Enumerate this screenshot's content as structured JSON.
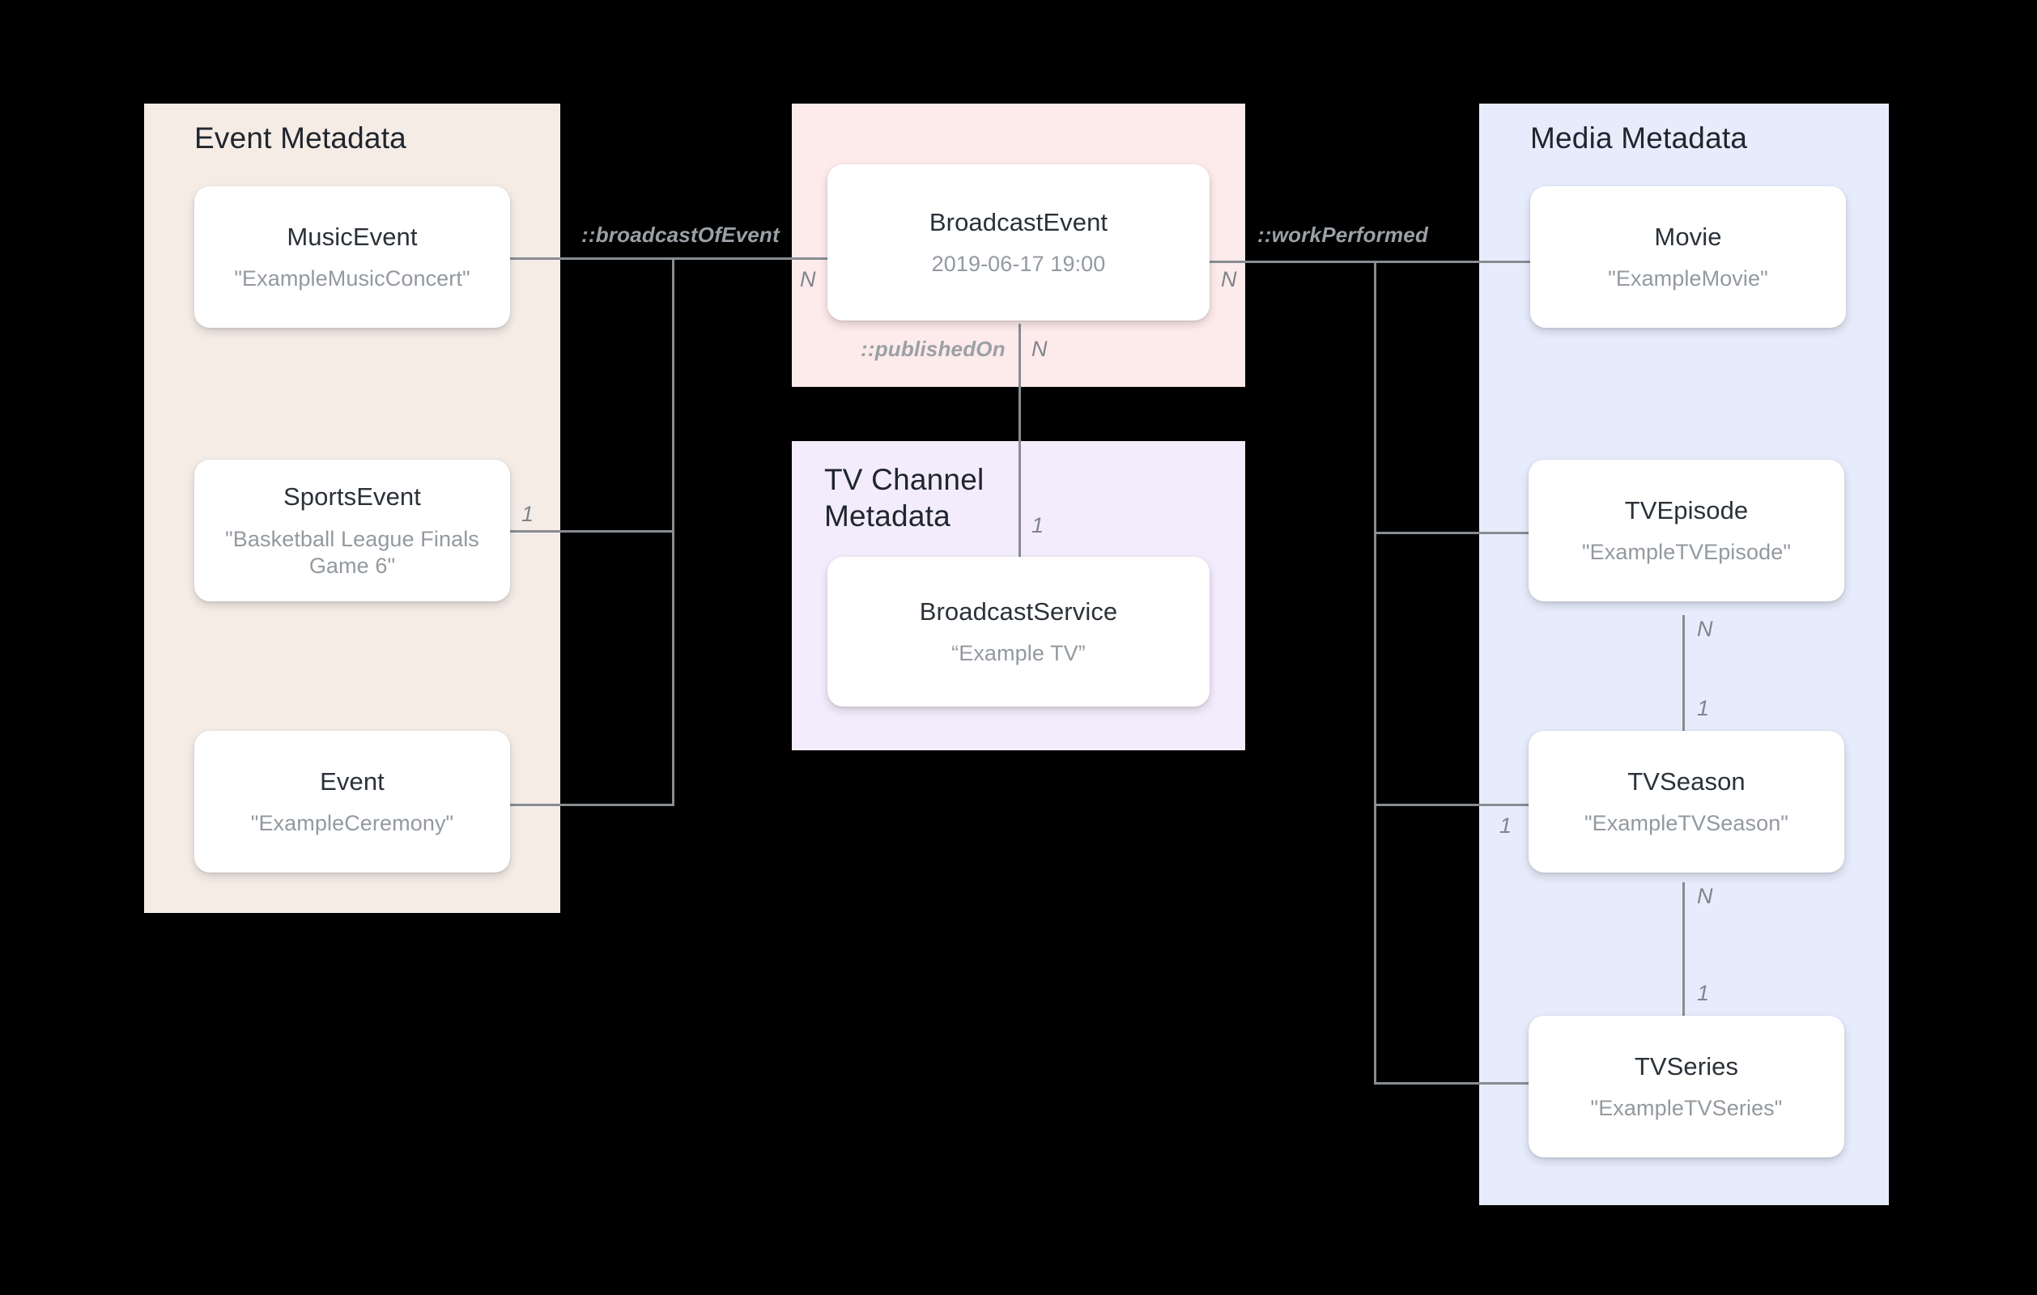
{
  "diagram": {
    "title": "Broadcast / Media metadata entity relationship diagram",
    "background": "#000000",
    "line_color": "#888d92"
  },
  "panels": [
    {
      "id": "event-metadata",
      "title": "Event Metadata",
      "color": "#f5ece6"
    },
    {
      "id": "broadcast-event-group",
      "title": "",
      "color": "#fdeaea"
    },
    {
      "id": "tv-channel-metadata",
      "title": "TV Channel\nMetadata",
      "color": "#f3ecfc"
    },
    {
      "id": "media-metadata",
      "title": "Media Metadata",
      "color": "#e6ecfb"
    }
  ],
  "nodes": {
    "music_event": {
      "type": "MusicEvent",
      "value": "\"ExampleMusicConcert\""
    },
    "sports_event": {
      "type": "SportsEvent",
      "value": "\"Basketball League Finals Game 6\""
    },
    "event": {
      "type": "Event",
      "value": "\"ExampleCeremony\""
    },
    "broadcast_event": {
      "type": "BroadcastEvent",
      "value": "2019-06-17 19:00"
    },
    "broadcast_service": {
      "type": "BroadcastService",
      "value": "“Example TV”"
    },
    "movie": {
      "type": "Movie",
      "value": "\"ExampleMovie\""
    },
    "tv_episode": {
      "type": "TVEpisode",
      "value": "\"ExampleTVEpisode\""
    },
    "tv_season": {
      "type": "TVSeason",
      "value": "\"ExampleTVSeason\""
    },
    "tv_series": {
      "type": "TVSeries",
      "value": "\"ExampleTVSeries\""
    }
  },
  "relations": {
    "broadcast_of_event": "::broadcastOfEvent",
    "published_on": "::publishedOn",
    "work_performed": "::workPerformed"
  },
  "cardinalities": {
    "sports_event_side": "1",
    "broadcast_event_left": "N",
    "broadcast_event_right": "N",
    "published_on_n": "N",
    "broadcast_service_1": "1",
    "work_performed_n": "N",
    "episode_to_season_n": "N",
    "episode_to_season_1": "1",
    "season_bus_1": "1",
    "season_to_series_n": "N",
    "season_to_series_1": "1"
  }
}
